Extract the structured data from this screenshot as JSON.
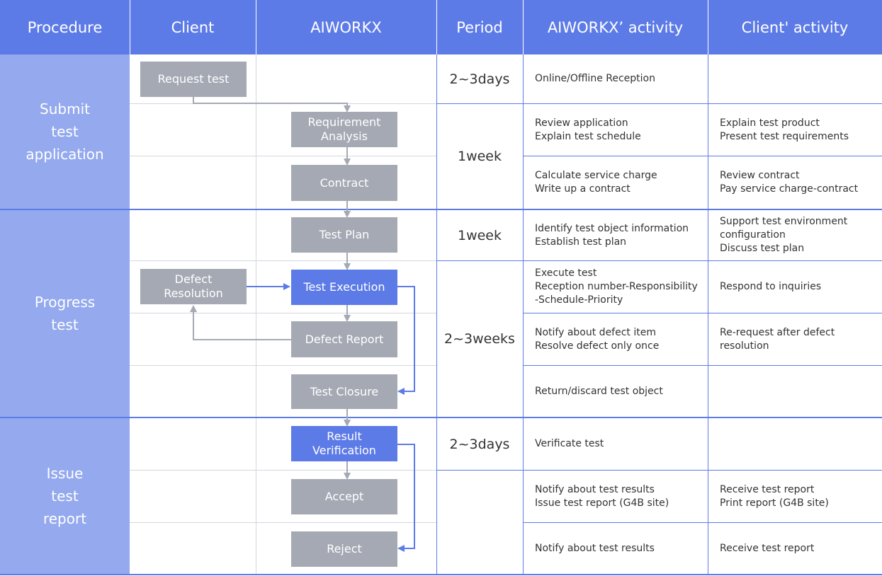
{
  "header": {
    "procedure": "Procedure",
    "client": "Client",
    "aiworkx": "AIWORKX",
    "period": "Period",
    "aiworkx_activity": "AIWORKX’ activity",
    "client_activity": "Client' activity"
  },
  "phases": {
    "submit": "Submit\ntest\napplication",
    "progress": "Progress\ntest",
    "issue": "Issue\ntest\nreport"
  },
  "boxes": {
    "request_test": "Request test",
    "requirement_analysis": "Requirement\nAnalysis",
    "contract": "Contract",
    "test_plan": "Test Plan",
    "defect_resolution": "Defect\nResolution",
    "test_execution": "Test Execution",
    "defect_report": "Defect Report",
    "test_closure": "Test Closure",
    "result_verification": "Result\nVerification",
    "accept": "Accept",
    "reject": "Reject"
  },
  "periods": {
    "p1": "2~3days",
    "p2": "1week",
    "p3": "1week",
    "p4": "2~3weeks",
    "p5": "2~3days"
  },
  "aiworkx_activity": {
    "r1": "Online/Offline Reception",
    "r2": "Review application\nExplain test schedule",
    "r3": "Calculate service charge\nWrite up a contract",
    "r4": "Identify test object information\nEstablish test plan",
    "r5": "Execute test\nReception number-Responsibility\n-Schedule-Priority",
    "r6": "Notify about defect item\nResolve defect only once",
    "r7": "Return/discard test object",
    "r8": "Verificate test",
    "r9": "Notify about test results\nIssue test report (G4B site)",
    "r10": "Notify about test results"
  },
  "client_activity": {
    "r1": "",
    "r2": "Explain test product\nPresent test requirements",
    "r3": "Review contract\nPay service charge-contract",
    "r4": "Support test environment\nconfiguration\nDiscuss test plan",
    "r5": "Respond to inquiries",
    "r6": "Re-request after defect\nresolution",
    "r7": "",
    "r8": "",
    "r9": "Receive test report\nPrint report (G4B site)",
    "r10": "Receive test report"
  },
  "colors": {
    "header": "#5d7be7",
    "phase": "#94a9ee",
    "box_gray": "#a4a9b4",
    "box_blue": "#5d7be7",
    "line_gray": "#d4d7de",
    "line_blue": "#5d7be7"
  }
}
